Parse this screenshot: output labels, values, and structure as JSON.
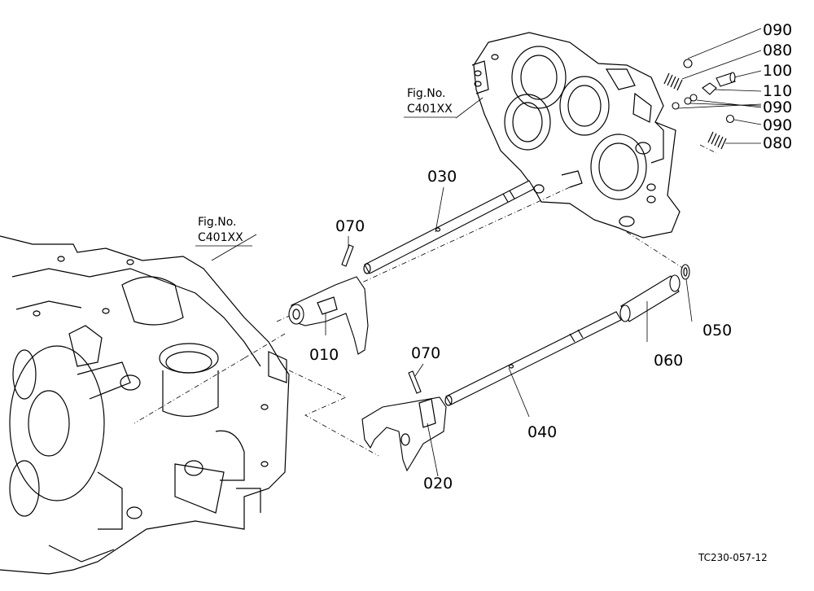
{
  "figure": {
    "code": "TC230-057-12",
    "refs": [
      {
        "line1": "Fig.No.",
        "line2": "C401XX"
      },
      {
        "line1": "Fig.No.",
        "line2": "C401XX"
      }
    ],
    "parts": {
      "p010": "010",
      "p020": "020",
      "p030": "030",
      "p040": "040",
      "p050": "050",
      "p060": "060",
      "p070a": "070",
      "p070b": "070",
      "p080a": "080",
      "p080b": "080",
      "p090a": "090",
      "p090b": "090",
      "p090c": "090",
      "p100": "100",
      "p110": "110"
    }
  }
}
